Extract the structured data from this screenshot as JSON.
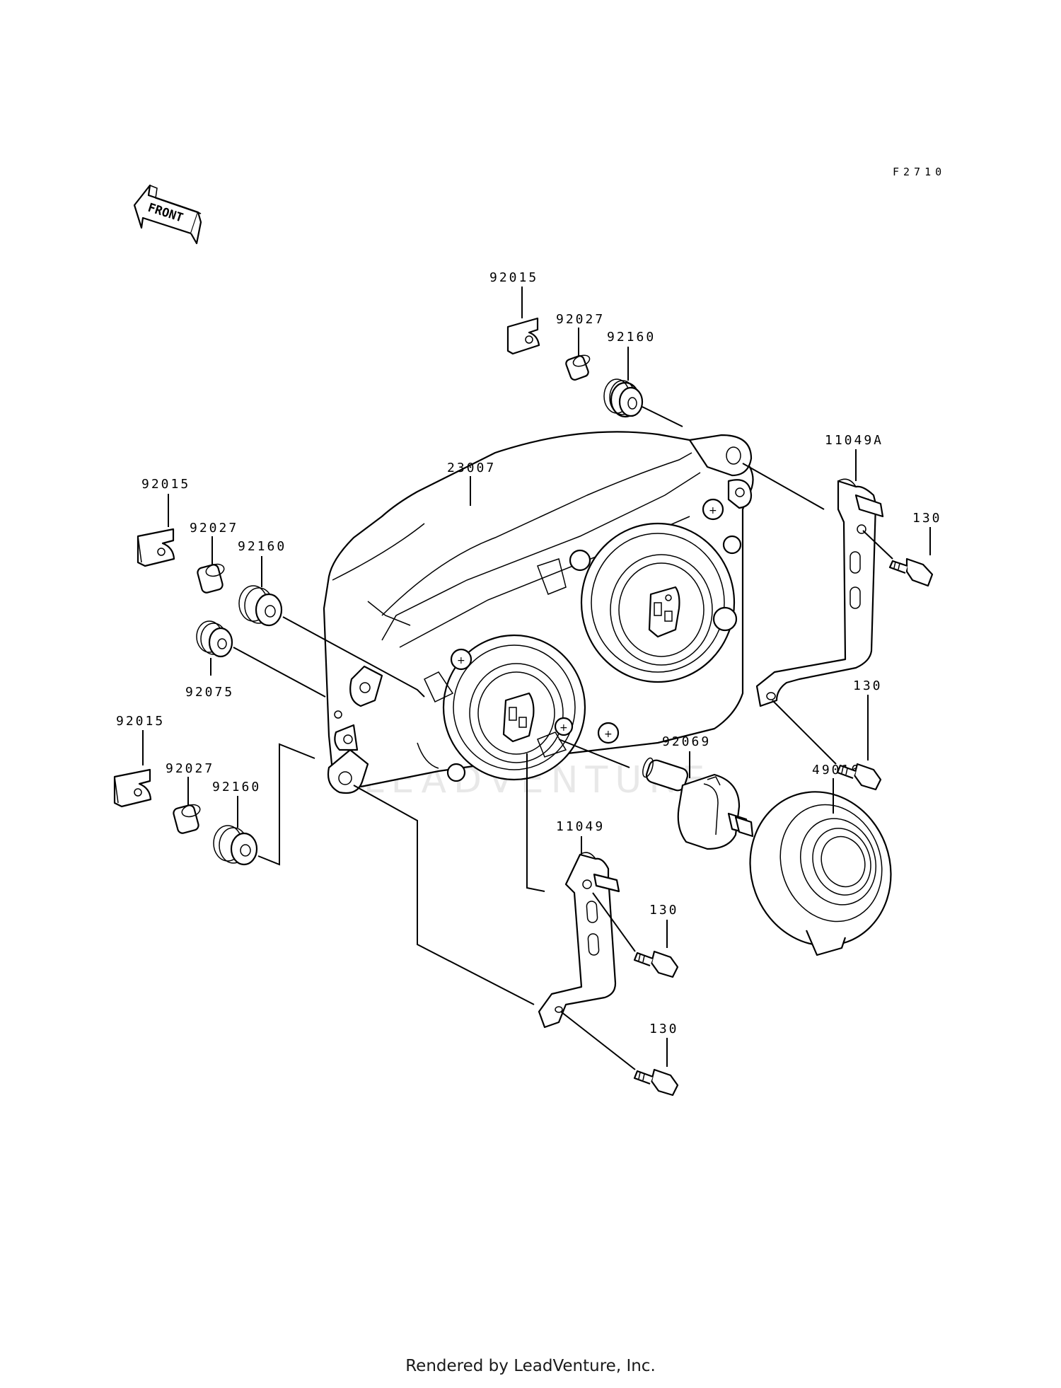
{
  "diagram_code": "F2710",
  "front_label": "FRONT",
  "watermark": "LEADVENTURE",
  "footer": "Rendered by LeadVenture, Inc.",
  "labels": {
    "p92015_top": "92015",
    "p92027_top": "92027",
    "p92160_top": "92160",
    "p23007": "23007",
    "p11049A": "11049A",
    "p130_a": "130",
    "p92015_mid": "92015",
    "p92027_mid": "92027",
    "p92160_mid": "92160",
    "p92075": "92075",
    "p130_b": "130",
    "p92015_low": "92015",
    "p92027_low": "92027",
    "p92160_low": "92160",
    "p92069": "92069",
    "p49016": "49016",
    "p11049": "11049",
    "p130_c": "130",
    "p130_d": "130"
  }
}
